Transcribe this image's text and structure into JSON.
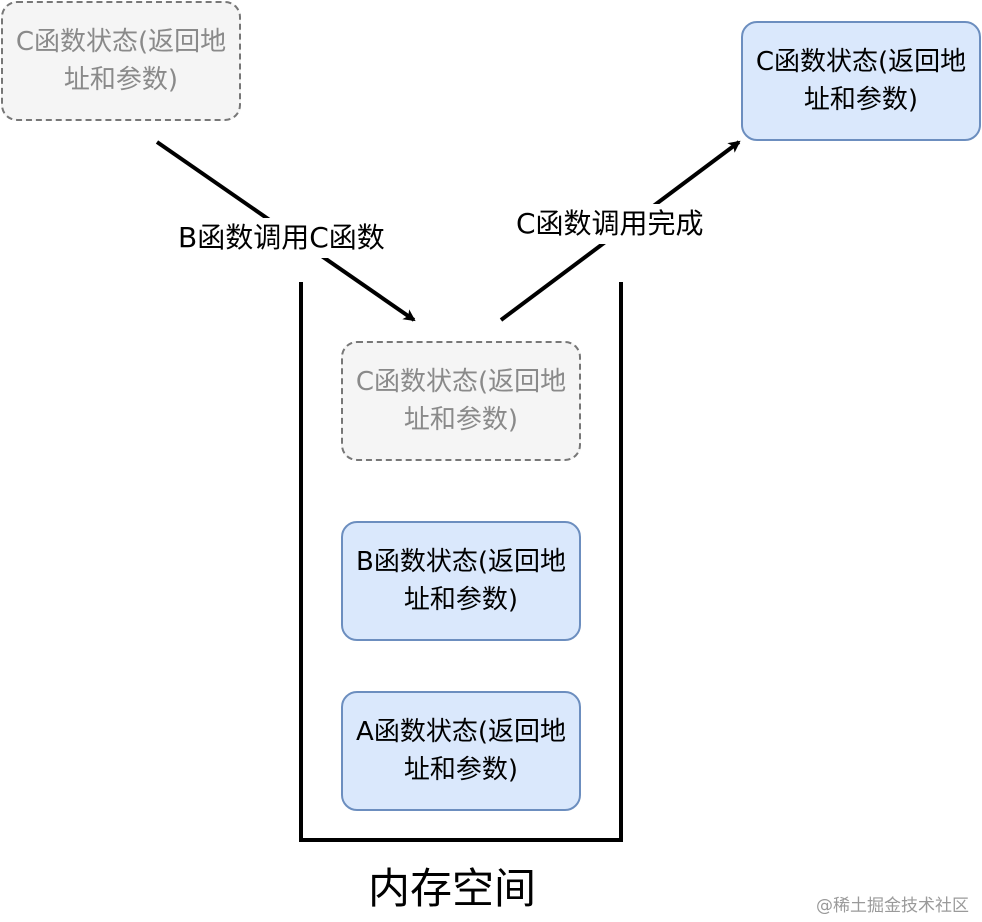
{
  "frames": {
    "ghost_source": "C函数状态(返回地址和参数)",
    "ghost_stack_top": "C函数状态(返回地址和参数)",
    "popped": "C函数状态(返回地址和参数)",
    "stack_b": "B函数状态(返回地址和参数)",
    "stack_a": "A函数状态(返回地址和参数)"
  },
  "edges": {
    "call_label": "B函数调用C函数",
    "return_label": "C函数调用完成"
  },
  "container": {
    "caption": "内存空间"
  },
  "watermark": "@稀土掘金技术社区",
  "colors": {
    "frame_fill": "#dae8fc",
    "frame_stroke": "#6c8ebf",
    "ghost_fill": "#f5f5f5",
    "ghost_stroke": "#777777",
    "ghost_text": "#8a8a8a"
  }
}
